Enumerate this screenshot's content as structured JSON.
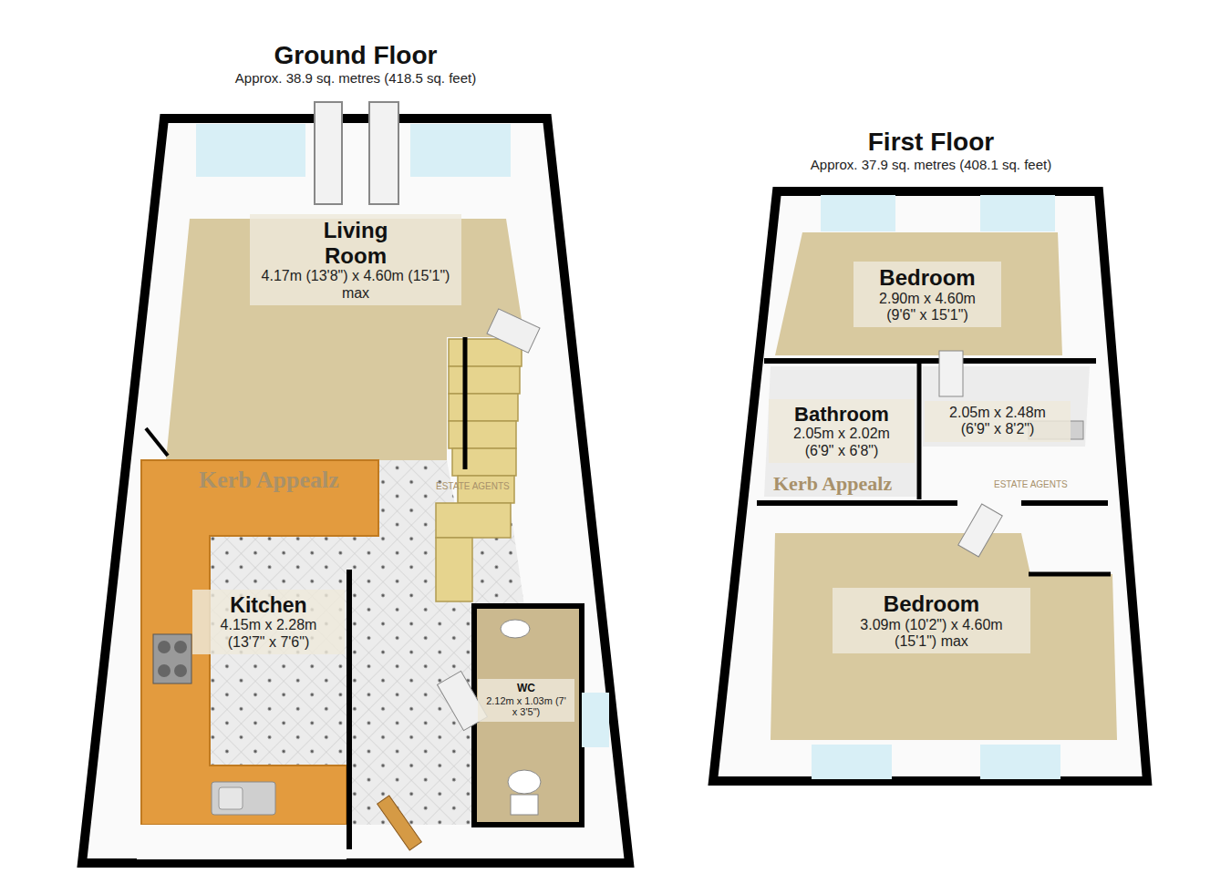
{
  "diagram": {
    "nodes": [
      {
        "text": [
          "Ground Floor",
          "Approx. 38.9 sq. metres (418.5 sq. feet)"
        ]
      },
      {
        "text": [
          "Living Room",
          "4.17m (13'8\") x 4.60m (15'1\") max"
        ],
        "in": 0
      },
      {
        "text": [
          "Kitchen",
          "4.15m x 2.28m (13'7\" x 7'6\")"
        ],
        "in": 0
      },
      {
        "text": [
          "WC",
          "2.12m x 1.03m (7' x 3'5\")"
        ],
        "in": 0
      },
      {
        "text": [
          "First Floor",
          "Approx. 37.9 sq. metres (408.1 sq. feet)"
        ]
      },
      {
        "text": [
          "Bedroom",
          "2.90m x 4.60m (9'6\" x 15'1\")"
        ],
        "in": 4
      },
      {
        "text": [
          "Bathroom",
          "2.05m x 2.02m (6'9\" x 6'8\")"
        ],
        "in": 4
      },
      {
        "text": [
          "2.05m x 2.48m (6'9\" x 8'2\")"
        ],
        "in": 4
      },
      {
        "text": [
          "Bedroom",
          "3.09m (10'2\") x 4.60m (15'1\") max"
        ],
        "in": 4
      }
    ],
    "labels": [
      "Kerb Appealz",
      "ESTATE AGENTS",
      "Kerb Appealz",
      "ESTATE AGENTS"
    ]
  }
}
